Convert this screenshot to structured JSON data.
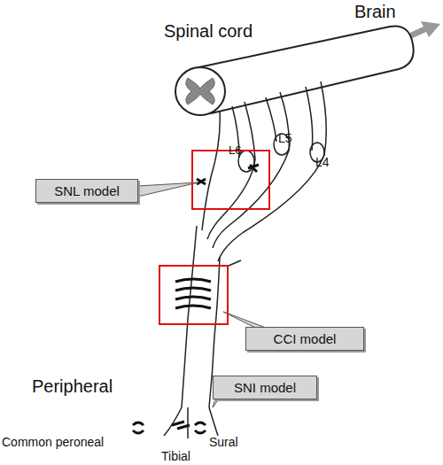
{
  "diagram": {
    "nodes": [
      {
        "text": [
          "SNL model"
        ]
      },
      {
        "text": [
          "CCI model"
        ]
      },
      {
        "text": [
          "SNI model"
        ]
      }
    ],
    "labels": [
      "Brain",
      "Spinal cord",
      "L6",
      "L5",
      "L4",
      "Peripheral",
      "Common peroneal",
      "Tibial",
      "Sural"
    ]
  }
}
